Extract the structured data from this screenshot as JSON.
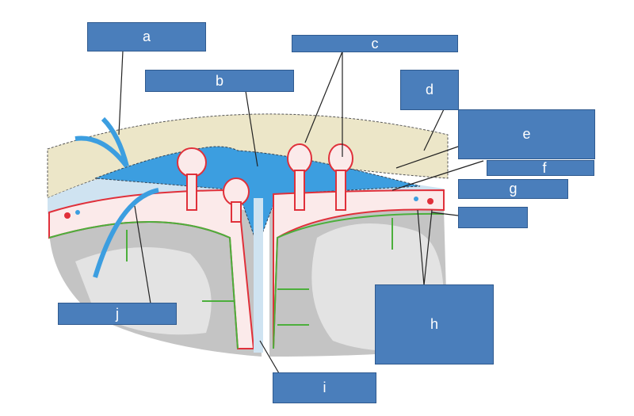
{
  "labels": {
    "a": "a",
    "b": "b",
    "c": "c",
    "d": "d",
    "e": "e",
    "f": "f",
    "g": "g",
    "blank": "",
    "h": "h",
    "i": "i",
    "j": "j"
  },
  "colors": {
    "label_fill": "#4a7ebb",
    "bone": "#ece6c8",
    "sinus": "#3c9ee0",
    "pia_vessels": "#e0303a",
    "brain_dark": "#bfbfbf",
    "brain_light": "#e2e2e2",
    "pia_mater": "#4caf3c"
  }
}
